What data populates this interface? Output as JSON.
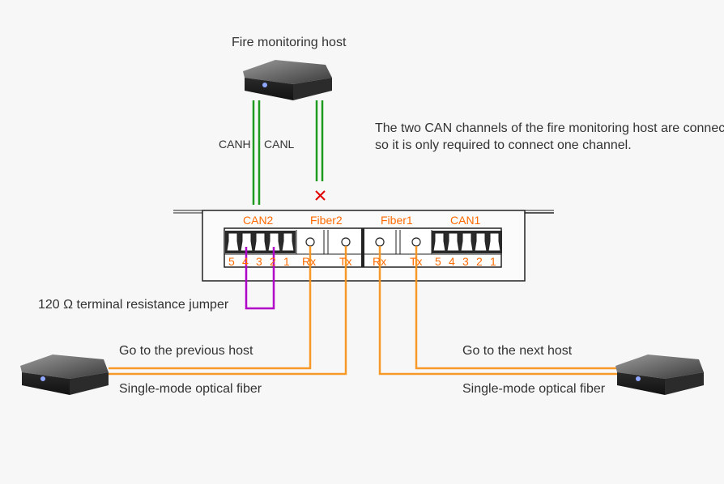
{
  "labels": {
    "top_host": "Fire monitoring host",
    "canh": "CANH",
    "canl": "CANL",
    "note_line1": "The two CAN channels of the fire monitoring host are connected,",
    "note_line2": "so it is only required to connect one channel.",
    "jumper": "120 Ω terminal resistance jumper",
    "prev_host": "Go to the previous host",
    "next_host": "Go to the next host",
    "fiber_left": "Single-mode optical fiber",
    "fiber_right": "Single-mode optical fiber"
  },
  "panel": {
    "can2": "CAN2",
    "fiber2": "Fiber2",
    "fiber1": "Fiber1",
    "can1": "CAN1",
    "can2_pins": [
      "5",
      "4",
      "3",
      "2",
      "1"
    ],
    "can1_pins": [
      "5",
      "4",
      "3",
      "2",
      "1"
    ],
    "rx": "Rx",
    "tx": "Tx"
  },
  "icons": {
    "disconnected_mark": "×"
  },
  "colors": {
    "can_wire": "#1e9a1e",
    "fiber": "#f7931e",
    "jumper": "#b000c8",
    "panel_label": "#ff6a00",
    "cross": "#e00000"
  }
}
